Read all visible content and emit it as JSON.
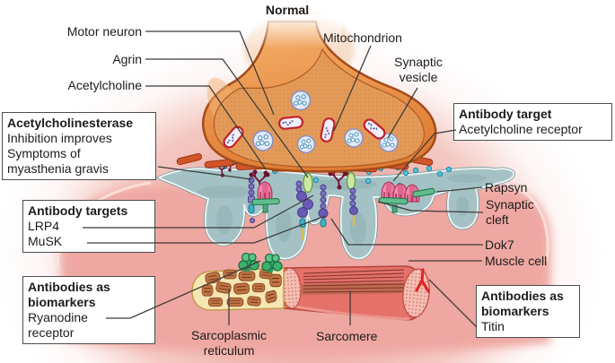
{
  "title": "Normal",
  "labels": {
    "motor_neuron": "Motor neuron",
    "agrin": "Agrin",
    "acetylcholine": "Acetylcholine",
    "mitochondrion": "Mitochondrion",
    "synaptic_vesicle": {
      "line1": "Synaptic",
      "line2": "vesicle"
    },
    "rapsyn": "Rapsyn",
    "synaptic_cleft": {
      "line1": "Synaptic",
      "line2": "cleft"
    },
    "dok7": "Dok7",
    "muscle_cell": "Muscle cell",
    "sarcoplasmic_reticulum": {
      "line1": "Sarcoplasmic",
      "line2": "reticulum"
    },
    "sarcomere": "Sarcomere"
  },
  "boxes": {
    "acetylcholinesterase": {
      "title": "Acetylcholinesterase",
      "lines": [
        "Inhibition improves",
        "Symptoms of",
        "myasthenia gravis"
      ]
    },
    "antibody_targets": {
      "title": "Antibody targets",
      "items": [
        "LRP4",
        "MuSK"
      ]
    },
    "biomarkers_ryanodine": {
      "title_lines": [
        "Antibodies as",
        "biomarkers"
      ],
      "items": [
        "Ryanodine",
        "receptor"
      ]
    },
    "antibody_target_achr": {
      "title": "Antibody target",
      "items": [
        "Acetylcholine receptor"
      ]
    },
    "biomarkers_titin": {
      "title_lines": [
        "Antibodies as",
        "biomarkers"
      ],
      "items": [
        "Titin"
      ]
    }
  },
  "colors": {
    "axon_fill": "#e8913f",
    "axon_outline": "#a24c1a",
    "presynaptic_bar": "#d2552a",
    "postsynaptic_teal": "#a4c2c5",
    "muscle_pink": "#efa7a1",
    "receptor_pink": "#ee7fa4",
    "rapsyn_green": "#5fbe8c",
    "vesicle_lavender": "#e6e9f6",
    "mitochondrion_red": "#c0252f",
    "chain_purple": "#7e6fc0",
    "acetylcholine_dot": "#52c6da",
    "antibody_maroon": "#6d1230",
    "sr_cream": "#f6e6b4",
    "sr_blob": "#c07445",
    "ryanodine_green": "#3db06e",
    "sarcomere_red": "#e4716a",
    "titin_red": "#df2726",
    "leader_line": "#3a3a3a",
    "box_border": "#4d4d4d"
  }
}
